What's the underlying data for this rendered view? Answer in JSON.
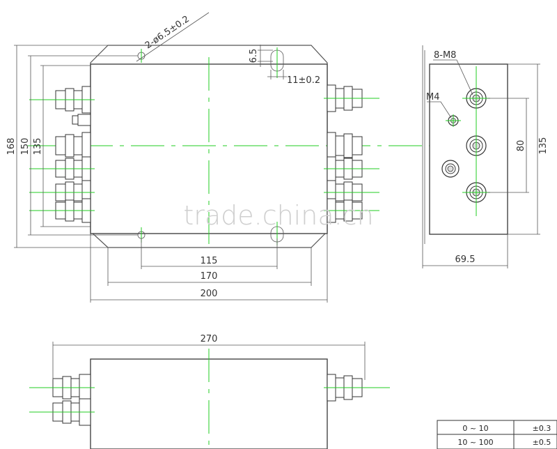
{
  "top_view": {
    "hole_spec": "2-ø6.5±0.2",
    "slot_height": "6.5",
    "slot_width": "11±0.2",
    "dim_168": "168",
    "dim_150": "150",
    "dim_135": "135",
    "dim_115": "115",
    "dim_170": "170",
    "dim_200": "200"
  },
  "side_view": {
    "terminal_spec": "8-M8",
    "ground_spec": "M4",
    "dim_80": "80",
    "dim_135": "135",
    "dim_69_5": "69.5"
  },
  "bottom_view": {
    "dim_270": "270"
  },
  "watermark": "trade.china.cn",
  "tolerance_table": {
    "rows": [
      {
        "range": "0 ~ 10",
        "tol": "±0.3"
      },
      {
        "range": "10 ~ 100",
        "tol": "±0.5"
      }
    ]
  }
}
